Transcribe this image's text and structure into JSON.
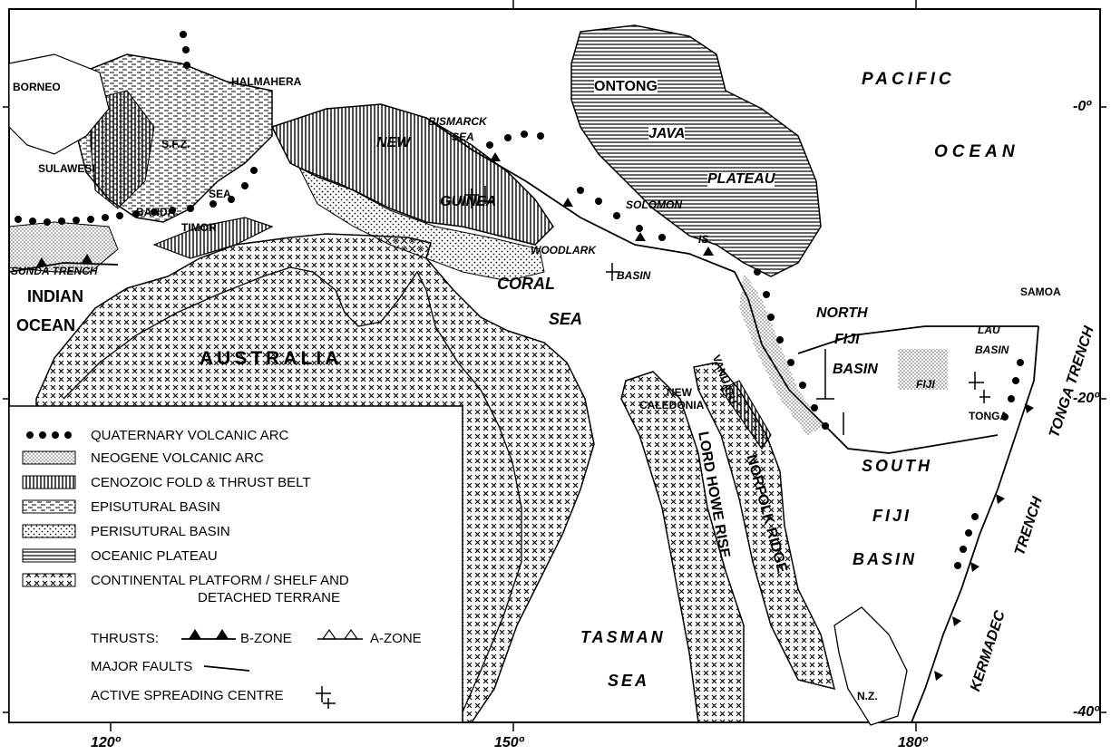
{
  "map": {
    "longitude_ticks": [
      "120º",
      "150º",
      "180º"
    ],
    "latitude_ticks": [
      "-0º",
      "-20º",
      "-40º"
    ],
    "place_labels": {
      "borneo": "BORNEO",
      "halmahera": "HALMAHERA",
      "sulawesi": "SULAWESI",
      "sfz": "S.F.Z.",
      "banda": "BANDA",
      "sea_banda": "SEA",
      "timor": "TIMOR",
      "new": "NEW",
      "guinea": "GUINEA",
      "bismarck": "BISMARCK",
      "bismarck_sea": "SEA",
      "ontong": "ONTONG",
      "java": "JAVA",
      "plateau": "PLATEAU",
      "solomon": "SOLOMON",
      "is": "IS.",
      "pacific": "PACIFIC",
      "ocean_pacific": "OCEAN",
      "sunda_trench": "SUNDA TRENCH",
      "indian": "INDIAN",
      "ocean_indian": "OCEAN",
      "woodlark": "WOODLARK",
      "basin_woodlark": "BASIN",
      "coral": "CORAL",
      "sea_coral": "SEA",
      "samoa": "SAMOA",
      "north": "NORTH",
      "fiji_n": "FIJI",
      "basin_nfiji": "BASIN",
      "lau": "LAU",
      "basin_lau": "BASIN",
      "vanuatu": "VANUATU",
      "fiji": "FIJI",
      "tonga": "TONGA",
      "tonga_trench": "TONGA TRENCH",
      "australia": "AUSTRALIA",
      "new_caledonia_1": "NEW",
      "new_caledonia_2": "CALEDONIA",
      "lord_howe_rise": "LORD HOWE RISE",
      "norfolk_ridge": "NORFOLK RIDGE",
      "south": "SOUTH",
      "fiji_s": "FIJI",
      "basin_sfiji": "BASIN",
      "kermadec": "KERMADEC",
      "trench_kermadec": "TRENCH",
      "tasman": "TASMAN",
      "sea_tasman": "SEA",
      "nz": "N.Z."
    },
    "legend": {
      "items": [
        {
          "label": "QUATERNARY VOLCANIC ARC",
          "pattern": "volcanic-dots"
        },
        {
          "label": "NEOGENE VOLCANIC ARC",
          "pattern": "fine-dots"
        },
        {
          "label": "CENOZOIC FOLD & THRUST BELT",
          "pattern": "vertical-lines"
        },
        {
          "label": "EPISUTURAL BASIN",
          "pattern": "dashes"
        },
        {
          "label": "PERISUTURAL BASIN",
          "pattern": "stipple"
        },
        {
          "label": "OCEANIC PLATEAU",
          "pattern": "horizontal-lines"
        },
        {
          "label": "CONTINENTAL PLATFORM / SHELF AND",
          "pattern": "crosses"
        }
      ],
      "continental_line2": "DETACHED TERRANE",
      "thrusts_label": "THRUSTS:",
      "b_zone": "B-ZONE",
      "a_zone": "A-ZONE",
      "major_faults": "MAJOR FAULTS",
      "active_spreading": "ACTIVE SPREADING CENTRE"
    }
  }
}
